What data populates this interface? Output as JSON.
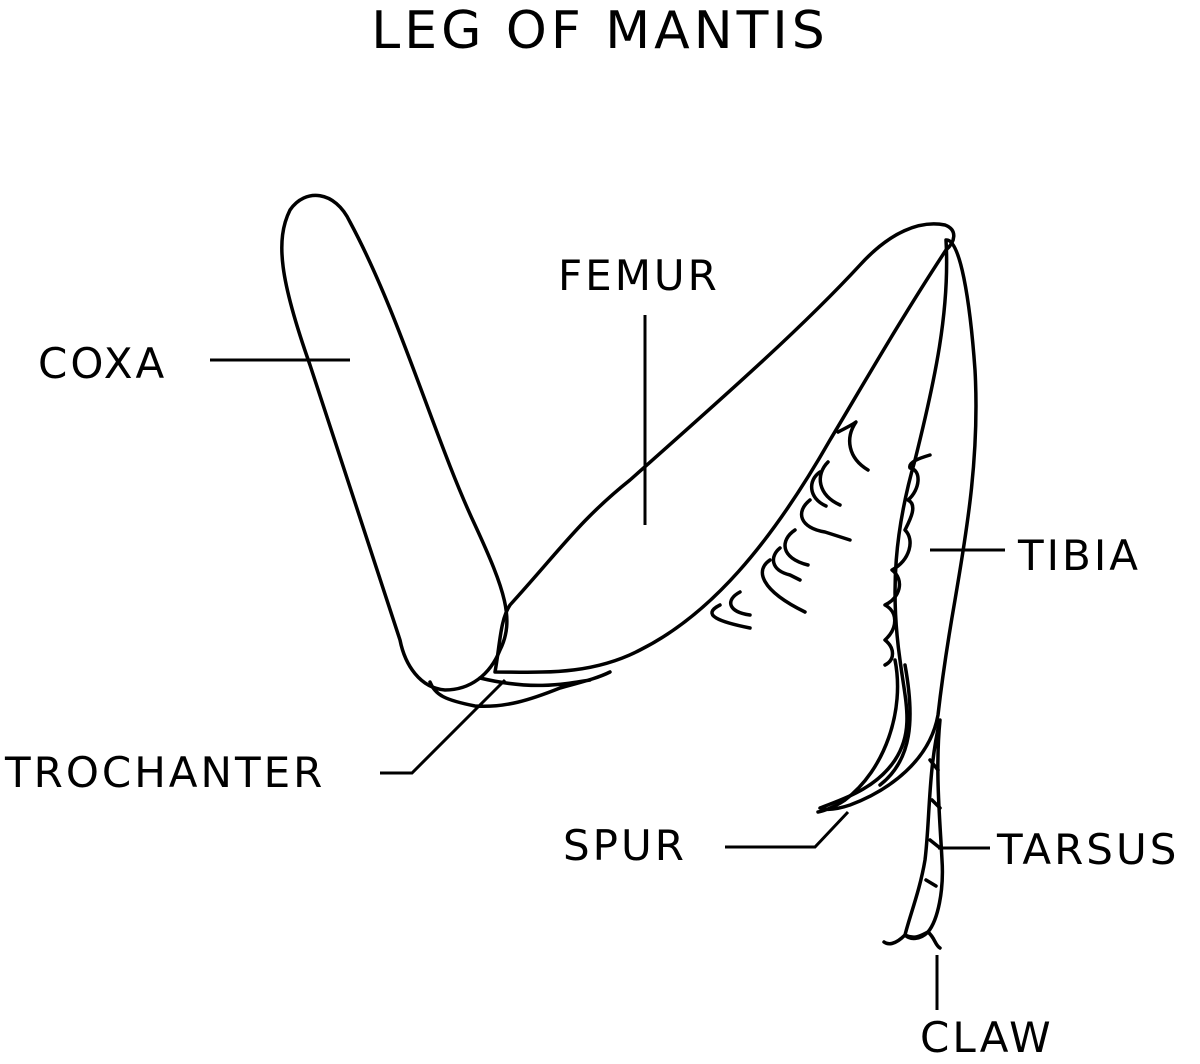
{
  "title": "LEG OF MANTIS",
  "labels": {
    "coxa": "COXA",
    "femur": "FEMUR",
    "tibia": "TIBIA",
    "trochanter": "TROCHANTER",
    "spur": "SPUR",
    "tarsus": "TARSUS",
    "claw": "CLAW"
  },
  "colors": {
    "ink": "#000000",
    "background": "#ffffff"
  }
}
